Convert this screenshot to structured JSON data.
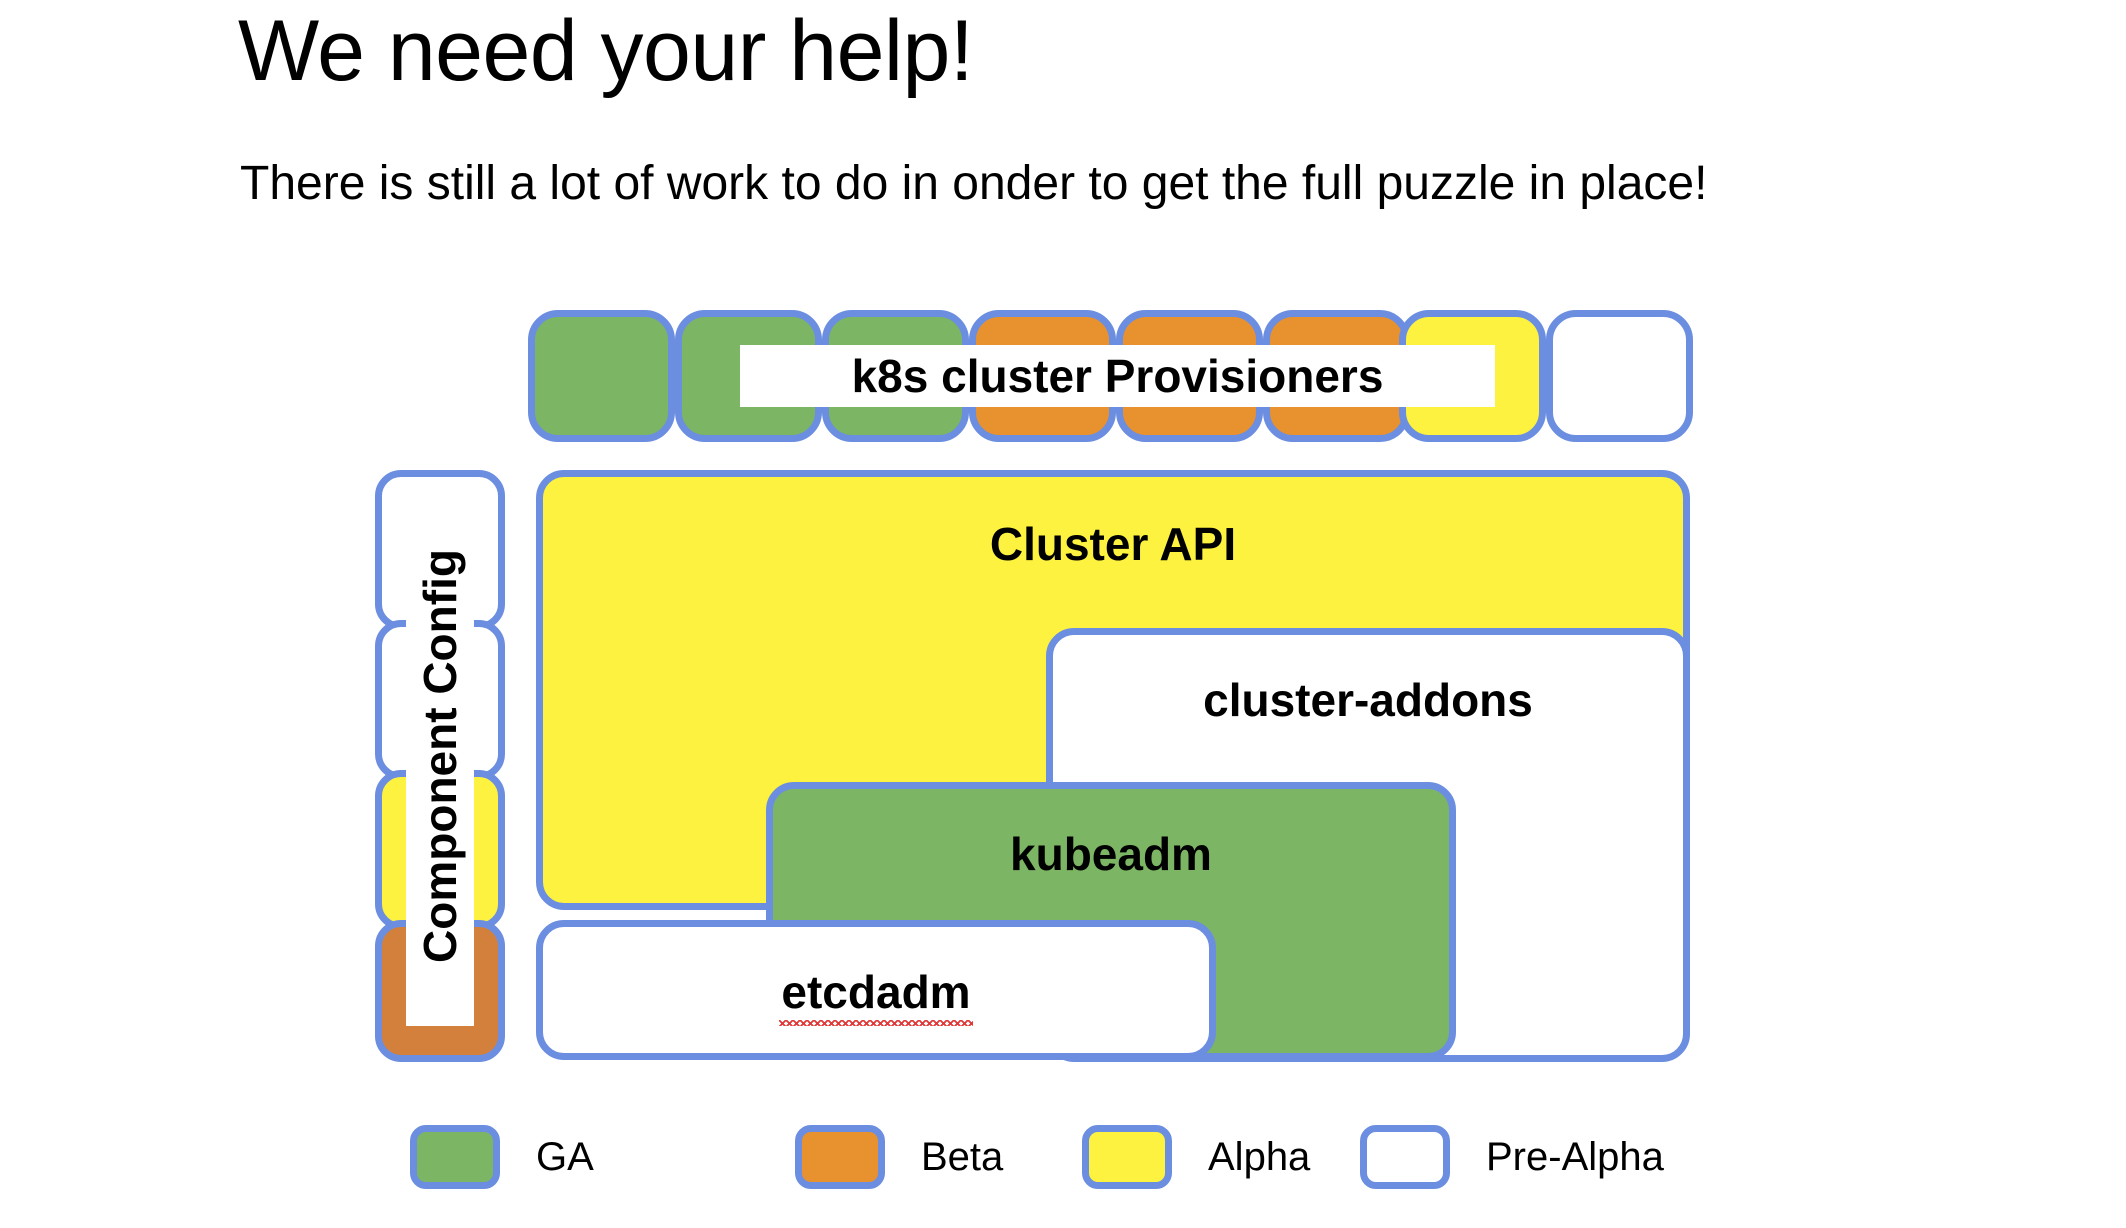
{
  "slide": {
    "title": "We need your help!",
    "subtitle": "There is still a lot of work to do in onder to get the full puzzle in place!"
  },
  "colors": {
    "border": "#6c8ee0",
    "ga_green": "#7cb563",
    "beta_orange": "#e8912f",
    "beta_orange_muted": "#d3803c",
    "alpha_yellow": "#fdf23f",
    "prealpha_white": "#ffffff",
    "spellcheck_red": "#e03b3b"
  },
  "provisioners": {
    "label": "k8s cluster Provisioners",
    "blocks": [
      {
        "status": "GA",
        "color": "green"
      },
      {
        "status": "GA",
        "color": "green"
      },
      {
        "status": "GA",
        "color": "green"
      },
      {
        "status": "Beta",
        "color": "orange"
      },
      {
        "status": "Beta",
        "color": "orange"
      },
      {
        "status": "Beta",
        "color": "orange"
      },
      {
        "status": "Alpha",
        "color": "yellow"
      },
      {
        "status": "Pre-Alpha",
        "color": "white"
      }
    ]
  },
  "component_config": {
    "label": "Component Config",
    "blocks": [
      {
        "status": "Pre-Alpha",
        "color": "white"
      },
      {
        "status": "Pre-Alpha",
        "color": "white"
      },
      {
        "status": "Alpha",
        "color": "yellow"
      },
      {
        "status": "Beta",
        "color": "orange-muted"
      }
    ]
  },
  "boxes": {
    "cluster_api": {
      "label": "Cluster API",
      "status": "Alpha",
      "color": "yellow"
    },
    "cluster_addons": {
      "label": "cluster-addons",
      "status": "Pre-Alpha",
      "color": "white"
    },
    "kubeadm": {
      "label": "kubeadm",
      "status": "GA",
      "color": "green"
    },
    "etcdadm": {
      "label": "etcdadm",
      "status": "Pre-Alpha",
      "color": "white",
      "spellcheck_underline": true
    }
  },
  "legend": {
    "items": [
      {
        "label": "GA",
        "color": "green"
      },
      {
        "label": "Beta",
        "color": "orange"
      },
      {
        "label": "Alpha",
        "color": "yellow"
      },
      {
        "label": "Pre-Alpha",
        "color": "white"
      }
    ]
  }
}
